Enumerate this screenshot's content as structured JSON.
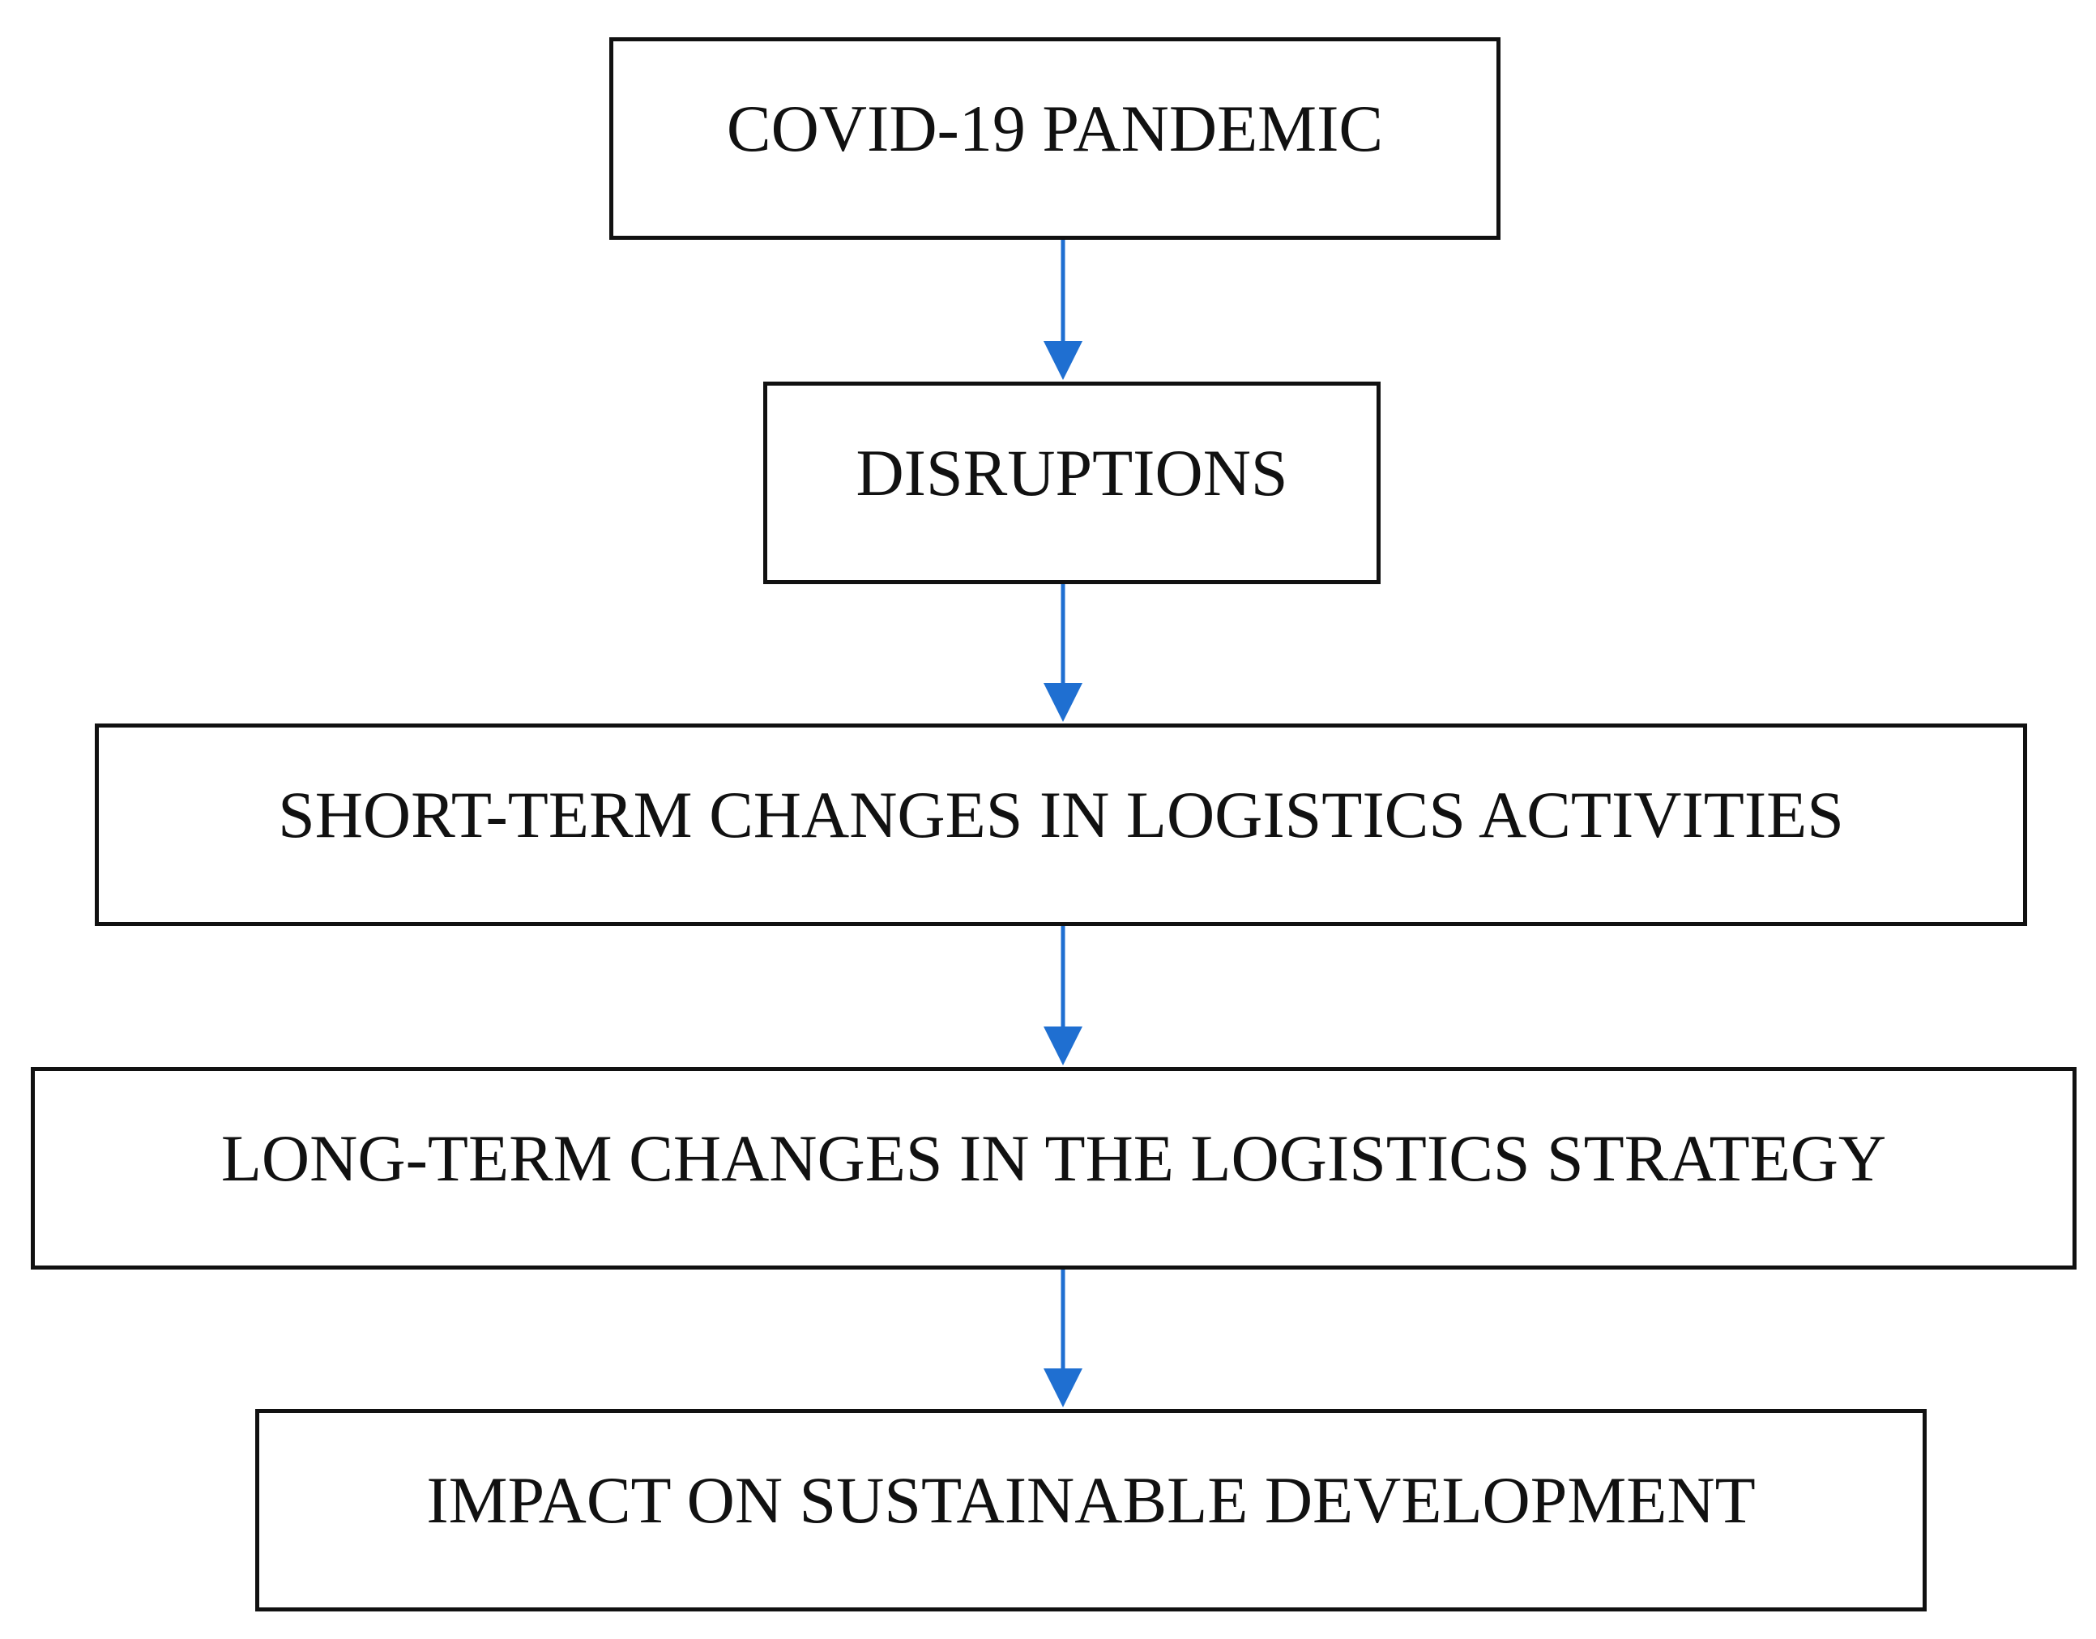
{
  "diagram": {
    "type": "vertical-flowchart",
    "nodes": [
      {
        "id": "covid",
        "label": "COVID-19 PANDEMIC"
      },
      {
        "id": "disruptions",
        "label": "DISRUPTIONS"
      },
      {
        "id": "short-term",
        "label": "SHORT-TERM CHANGES IN LOGISTICS ACTIVITIES"
      },
      {
        "id": "long-term",
        "label": "LONG-TERM CHANGES IN THE LOGISTICS STRATEGY"
      },
      {
        "id": "impact",
        "label": "IMPACT ON SUSTAINABLE DEVELOPMENT"
      }
    ],
    "edges": [
      {
        "from": "covid",
        "to": "disruptions"
      },
      {
        "from": "disruptions",
        "to": "short-term"
      },
      {
        "from": "short-term",
        "to": "long-term"
      },
      {
        "from": "long-term",
        "to": "impact"
      }
    ],
    "colors": {
      "box_border": "#111111",
      "text": "#111111",
      "arrow": "#1f6fd1",
      "background": "#ffffff"
    }
  }
}
